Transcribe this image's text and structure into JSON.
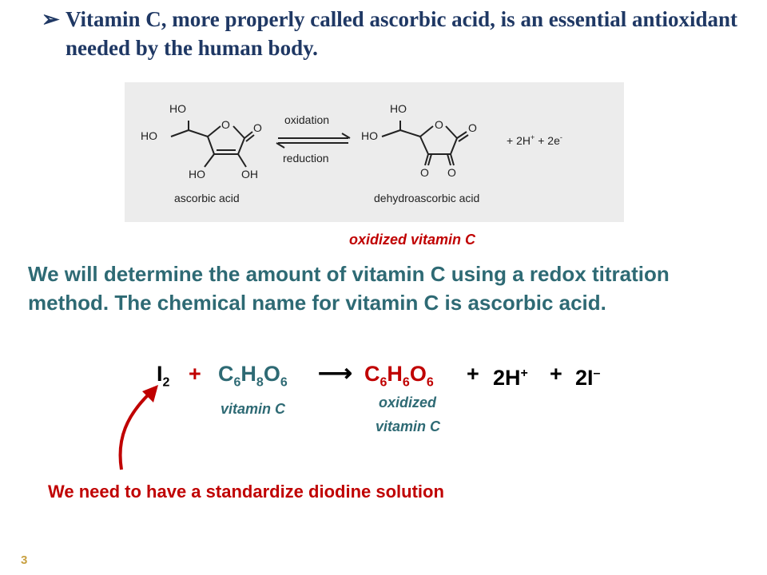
{
  "header": {
    "bullet_icon": "arrow-bullet-icon",
    "bullet_glyph": "➢",
    "text": "Vitamin C, more properly called ascorbic acid, is an essential antioxidant needed by the human body."
  },
  "reaction_image": {
    "left_molecule": {
      "ho_top": "HO",
      "ho_left": "HO",
      "ring_o": "O",
      "carbonyl_o": "O",
      "ho_bottom": "HO",
      "oh_bottom": "OH",
      "name": "ascorbic acid"
    },
    "arrow_top_label": "oxidation",
    "arrow_bottom_label": "reduction",
    "right_molecule": {
      "ho_top": "HO",
      "ho_left": "HO",
      "ring_o": "O",
      "carbonyl_o": "O",
      "o_bottom_left": "O",
      "o_bottom_right": "O",
      "name": "dehydroascorbic acid"
    },
    "products": {
      "plus1": "+ 2H",
      "h_charge": "+",
      "plus2": "+ 2e",
      "e_charge": "-"
    }
  },
  "oxidized_label": "oxidized vitamin C",
  "paragraph": "We will determine the amount of vitamin C using a redox titration method. The chemical name for vitamin C is ascorbic acid.",
  "equation": {
    "i_symbol": "I",
    "i_sub": "2",
    "plus_a": "+",
    "vc_c": "C",
    "vc_c_sub": "6",
    "vc_h": "H",
    "vc_h_sub": "8",
    "vc_o": "O",
    "vc_o_sub": "6",
    "arrow": "⟶",
    "ox_c": "C",
    "ox_c_sub": "6",
    "ox_h": "H",
    "ox_h_sub": "6",
    "ox_o": "O",
    "ox_o_sub": "6",
    "plus_b": "+",
    "h_term": "2H",
    "h_charge": "+",
    "plus_c": "+",
    "iodide_term": "2I",
    "iodide_charge": "–"
  },
  "equation_labels": {
    "vitamin_c": "vitamin C",
    "oxidized_line1": "oxidized",
    "oxidized_line2": "vitamin C"
  },
  "pointer_arrow_icon": "curved-arrow-icon",
  "note": "We need to have a standardize diodine solution",
  "page_number": "3",
  "colors": {
    "header": "#1f3864",
    "teal": "#2e6a74",
    "red": "#c00000",
    "panel_bg": "#ececec"
  }
}
